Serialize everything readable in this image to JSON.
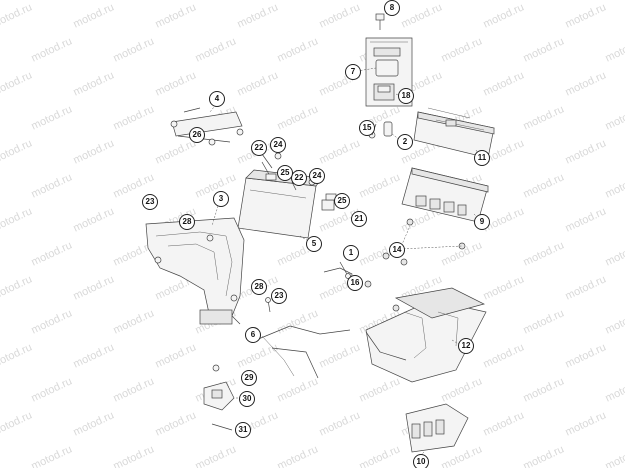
{
  "watermark": "motod.ru",
  "callouts": [
    {
      "id": "1",
      "label": "1"
    },
    {
      "id": "2",
      "label": "2"
    },
    {
      "id": "3",
      "label": "3"
    },
    {
      "id": "4",
      "label": "4"
    },
    {
      "id": "5",
      "label": "5"
    },
    {
      "id": "6",
      "label": "6"
    },
    {
      "id": "7",
      "label": "7"
    },
    {
      "id": "8",
      "label": "8"
    },
    {
      "id": "9",
      "label": "9"
    },
    {
      "id": "10",
      "label": "10"
    },
    {
      "id": "11",
      "label": "11"
    },
    {
      "id": "12",
      "label": "12"
    },
    {
      "id": "14",
      "label": "14"
    },
    {
      "id": "15",
      "label": "15"
    },
    {
      "id": "16",
      "label": "16"
    },
    {
      "id": "18",
      "label": "18"
    },
    {
      "id": "21",
      "label": "21"
    },
    {
      "id": "22a",
      "label": "22"
    },
    {
      "id": "22b",
      "label": "22"
    },
    {
      "id": "23a",
      "label": "23"
    },
    {
      "id": "23b",
      "label": "23"
    },
    {
      "id": "24a",
      "label": "24"
    },
    {
      "id": "24b",
      "label": "24"
    },
    {
      "id": "25a",
      "label": "25"
    },
    {
      "id": "25b",
      "label": "25"
    },
    {
      "id": "26",
      "label": "26"
    },
    {
      "id": "28a",
      "label": "28"
    },
    {
      "id": "28b",
      "label": "28"
    },
    {
      "id": "29",
      "label": "29"
    },
    {
      "id": "30",
      "label": "30"
    },
    {
      "id": "31",
      "label": "31"
    }
  ]
}
